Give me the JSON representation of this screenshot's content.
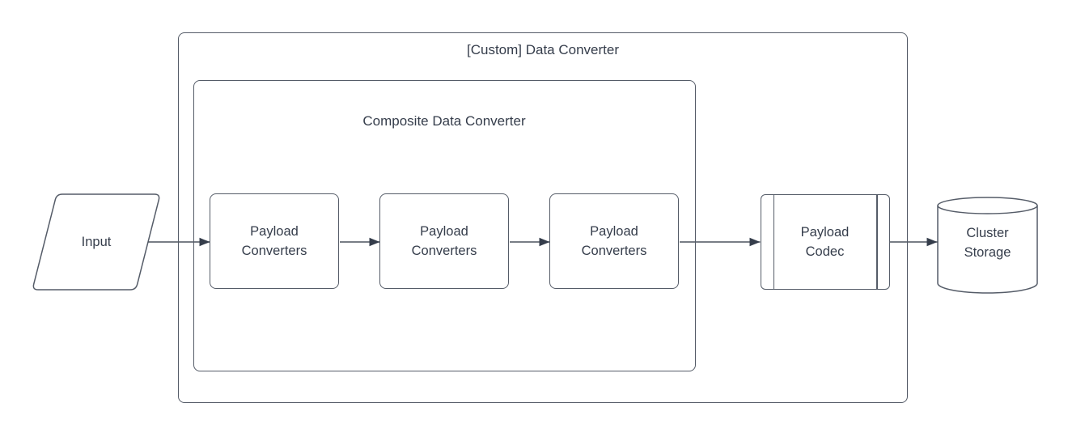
{
  "diagram": {
    "title": "[Custom] Data Converter",
    "nodes": {
      "custom_data_converter": {
        "label": "[Custom] Data Converter",
        "shape": "container"
      },
      "composite_data_converter": {
        "label": "Composite Data Converter",
        "shape": "container"
      },
      "input": {
        "label": "Input",
        "shape": "parallelogram"
      },
      "payload_converter_1": {
        "line1": "Payload",
        "line2": "Converters",
        "shape": "rounded-rectangle"
      },
      "payload_converter_2": {
        "line1": "Payload",
        "line2": "Converters",
        "shape": "rounded-rectangle"
      },
      "payload_converter_3": {
        "line1": "Payload",
        "line2": "Converters",
        "shape": "rounded-rectangle"
      },
      "payload_codec": {
        "line1": "Payload",
        "line2": "Codec",
        "shape": "predefined-process"
      },
      "cluster_storage": {
        "line1": "Cluster",
        "line2": "Storage",
        "shape": "cylinder"
      }
    },
    "edges": [
      {
        "from": "input",
        "to": "payload_converter_1"
      },
      {
        "from": "payload_converter_1",
        "to": "payload_converter_2"
      },
      {
        "from": "payload_converter_2",
        "to": "payload_converter_3"
      },
      {
        "from": "payload_converter_3",
        "to": "payload_codec"
      },
      {
        "from": "payload_codec",
        "to": "cluster_storage"
      }
    ],
    "colors": {
      "background": "#ffffff",
      "shape_stroke": "#555c68",
      "arrow_stroke": "#4c545f",
      "arrowhead_fill": "#353d4b",
      "text": "#353d4b"
    }
  }
}
